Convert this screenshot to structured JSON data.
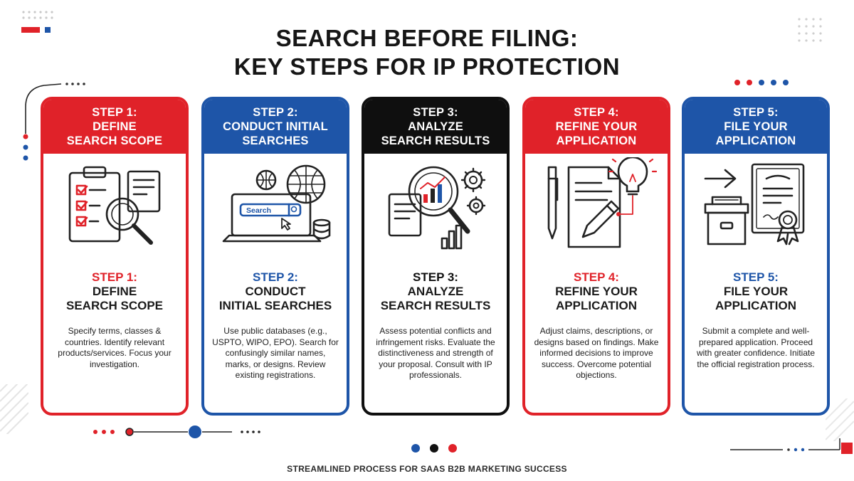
{
  "title": {
    "line1": "SEARCH BEFORE FILING:",
    "line2": "KEY STEPS FOR IP PROTECTION"
  },
  "colors": {
    "red": "#e02229",
    "blue": "#1e55a8",
    "black": "#0f0f0f"
  },
  "steps": [
    {
      "head1": "STEP 1:",
      "head2": "DEFINE",
      "head3": "SEARCH SCOPE",
      "step": "STEP 1:",
      "name1": "DEFINE",
      "name2": "SEARCH SCOPE",
      "desc": "Specify terms, classes & countries. Identify relevant products/services. Focus your investigation.",
      "icon": "clipboard-magnifier-icon"
    },
    {
      "head1": "STEP 2:",
      "head2": "CONDUCT INITIAL",
      "head3": "SEARCHES",
      "step": "STEP 2:",
      "name1": "CONDUCT",
      "name2": "INITIAL SEARCHES",
      "desc": "Use public databases (e.g., USPTO, WIPO, EPO). Search for confusingly similar names, marks, or designs. Review existing registrations.",
      "icon": "laptop-search-globe-icon",
      "search_label": "Search"
    },
    {
      "head1": "STEP 3:",
      "head2": "ANALYZE",
      "head3": "SEARCH RESULTS",
      "step": "STEP 3:",
      "name1": "ANALYZE",
      "name2": "SEARCH RESULTS",
      "desc": "Assess potential conflicts and infringement risks. Evaluate the distinctiveness and strength of your proposal. Consult with IP professionals.",
      "icon": "chart-magnifier-gears-icon"
    },
    {
      "head1": "STEP 4:",
      "head2": "REFINE YOUR",
      "head3": "APPLICATION",
      "step": "STEP 4:",
      "name1": "REFINE YOUR",
      "name2": "APPLICATION",
      "desc": "Adjust claims, descriptions, or designs based on findings. Make informed decisions to improve success. Overcome potential objections.",
      "icon": "document-pen-lightbulb-icon"
    },
    {
      "head1": "STEP 5:",
      "head2": "FILE YOUR",
      "head3": "APPLICATION",
      "step": "STEP 5:",
      "name1": "FILE YOUR",
      "name2": "APPLICATION",
      "desc": "Submit a complete and well-prepared application. Proceed with greater confidence. Initiate the official registration process.",
      "icon": "file-box-certificate-icon"
    }
  ],
  "footer": "STREAMLINED PROCESS FOR SAAS B2B MARKETING SUCCESS"
}
